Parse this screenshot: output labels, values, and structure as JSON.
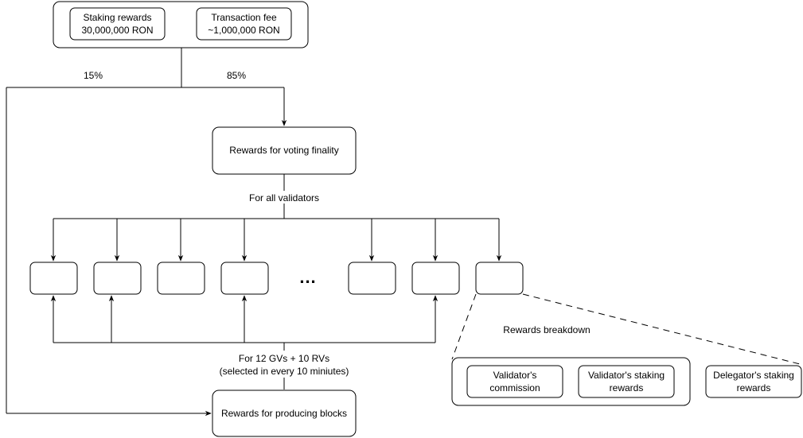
{
  "sources": {
    "staking_rewards": {
      "line1": "Staking rewards",
      "line2": "30,000,000 RON"
    },
    "transaction_fee": {
      "line1": "Transaction fee",
      "line2": "~1,000,000 RON"
    }
  },
  "split": {
    "left_percent": "15%",
    "right_percent": "85%"
  },
  "voting_finality": {
    "label": "Rewards for voting finality"
  },
  "for_all_validators": "For all validators",
  "ellipsis": "...",
  "for_gvs_rvs": {
    "line1": "For 12 GVs + 10 RVs",
    "line2": "(selected in every 10 miniutes)"
  },
  "producing_blocks": {
    "label": "Rewards for producing blocks"
  },
  "breakdown": {
    "title": "Rewards breakdown",
    "validator_commission": {
      "line1": "Validator's",
      "line2": "commission"
    },
    "validator_staking": {
      "line1": "Validator's staking",
      "line2": "rewards"
    },
    "delegator_staking": {
      "line1": "Delegator's staking",
      "line2": "rewards"
    }
  }
}
